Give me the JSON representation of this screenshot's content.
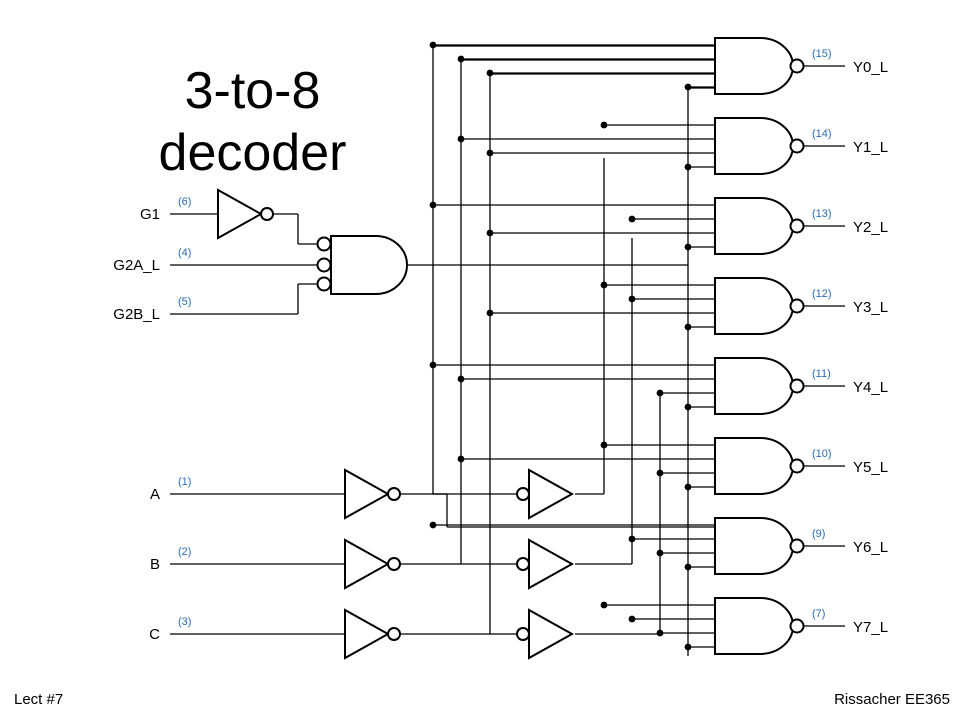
{
  "title": {
    "line1": "3-to-8",
    "line2": "decoder"
  },
  "footer": {
    "left": "Lect #7",
    "right": "Rissacher EE365"
  },
  "accent_color": "#2a6db5",
  "inputs": [
    {
      "name": "G1",
      "pin": "(6)"
    },
    {
      "name": "G2A_L",
      "pin": "(4)"
    },
    {
      "name": "G2B_L",
      "pin": "(5)"
    },
    {
      "name": "A",
      "pin": "(1)"
    },
    {
      "name": "B",
      "pin": "(2)"
    },
    {
      "name": "C",
      "pin": "(3)"
    }
  ],
  "outputs": [
    {
      "name": "Y0_L",
      "pin": "(15)"
    },
    {
      "name": "Y1_L",
      "pin": "(14)"
    },
    {
      "name": "Y2_L",
      "pin": "(13)"
    },
    {
      "name": "Y3_L",
      "pin": "(12)"
    },
    {
      "name": "Y4_L",
      "pin": "(11)"
    },
    {
      "name": "Y5_L",
      "pin": "(10)"
    },
    {
      "name": "Y6_L",
      "pin": "(9)"
    },
    {
      "name": "Y7_L",
      "pin": "(7)"
    }
  ]
}
